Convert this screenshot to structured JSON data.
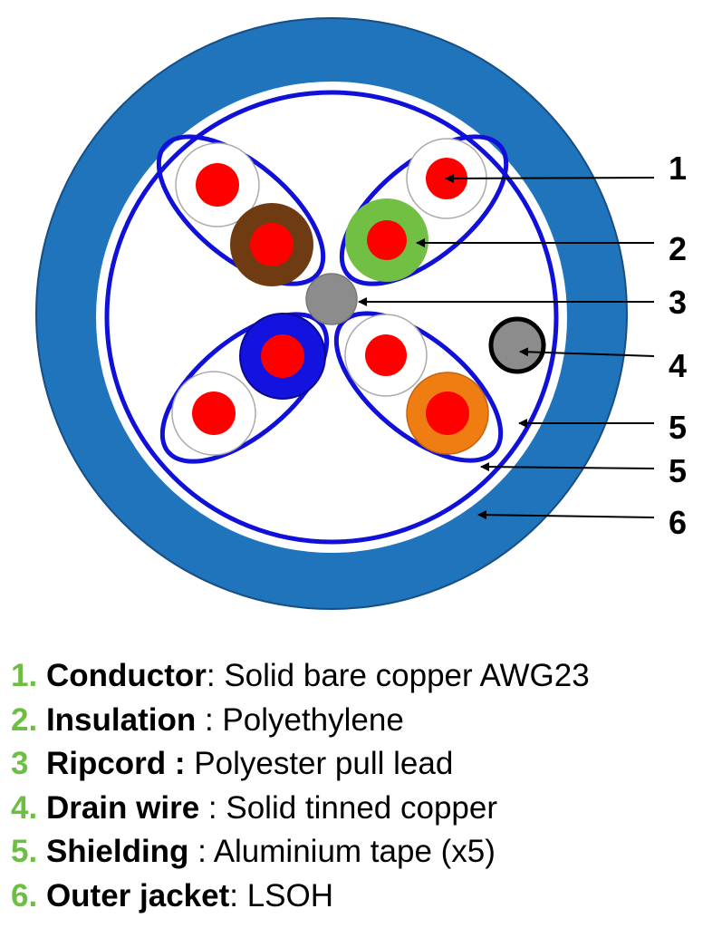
{
  "callouts": [
    "1",
    "2",
    "3",
    "4",
    "5",
    "5",
    "6"
  ],
  "legend": [
    {
      "num": "1.",
      "term": "Conductor",
      "sep": ": ",
      "desc": "Solid bare copper AWG23"
    },
    {
      "num": "2.",
      "term": "Insulation",
      "sep": " : ",
      "desc": "Polyethylene"
    },
    {
      "num": "3 ",
      "term": "Ripcord :",
      "sep": " ",
      "desc": "Polyester pull lead"
    },
    {
      "num": "4.",
      "term": "Drain wire",
      "sep": " : ",
      "desc": "Solid tinned copper"
    },
    {
      "num": "5.",
      "term": "Shielding",
      "sep": " : ",
      "desc": "Aluminium tape (x5)"
    },
    {
      "num": "6.",
      "term": "Outer jacket",
      "sep": ": ",
      "desc": "LSOH"
    }
  ],
  "colors": {
    "jacket": "#1f74bb",
    "shield": "#1010d8",
    "conductor": "#ff0000",
    "green": "#72c043",
    "brown": "#6e3b12",
    "blue": "#1313e0",
    "orange": "#f07d12",
    "ripcord": "#8c8c8c",
    "legend_number": "#6fbe44"
  }
}
